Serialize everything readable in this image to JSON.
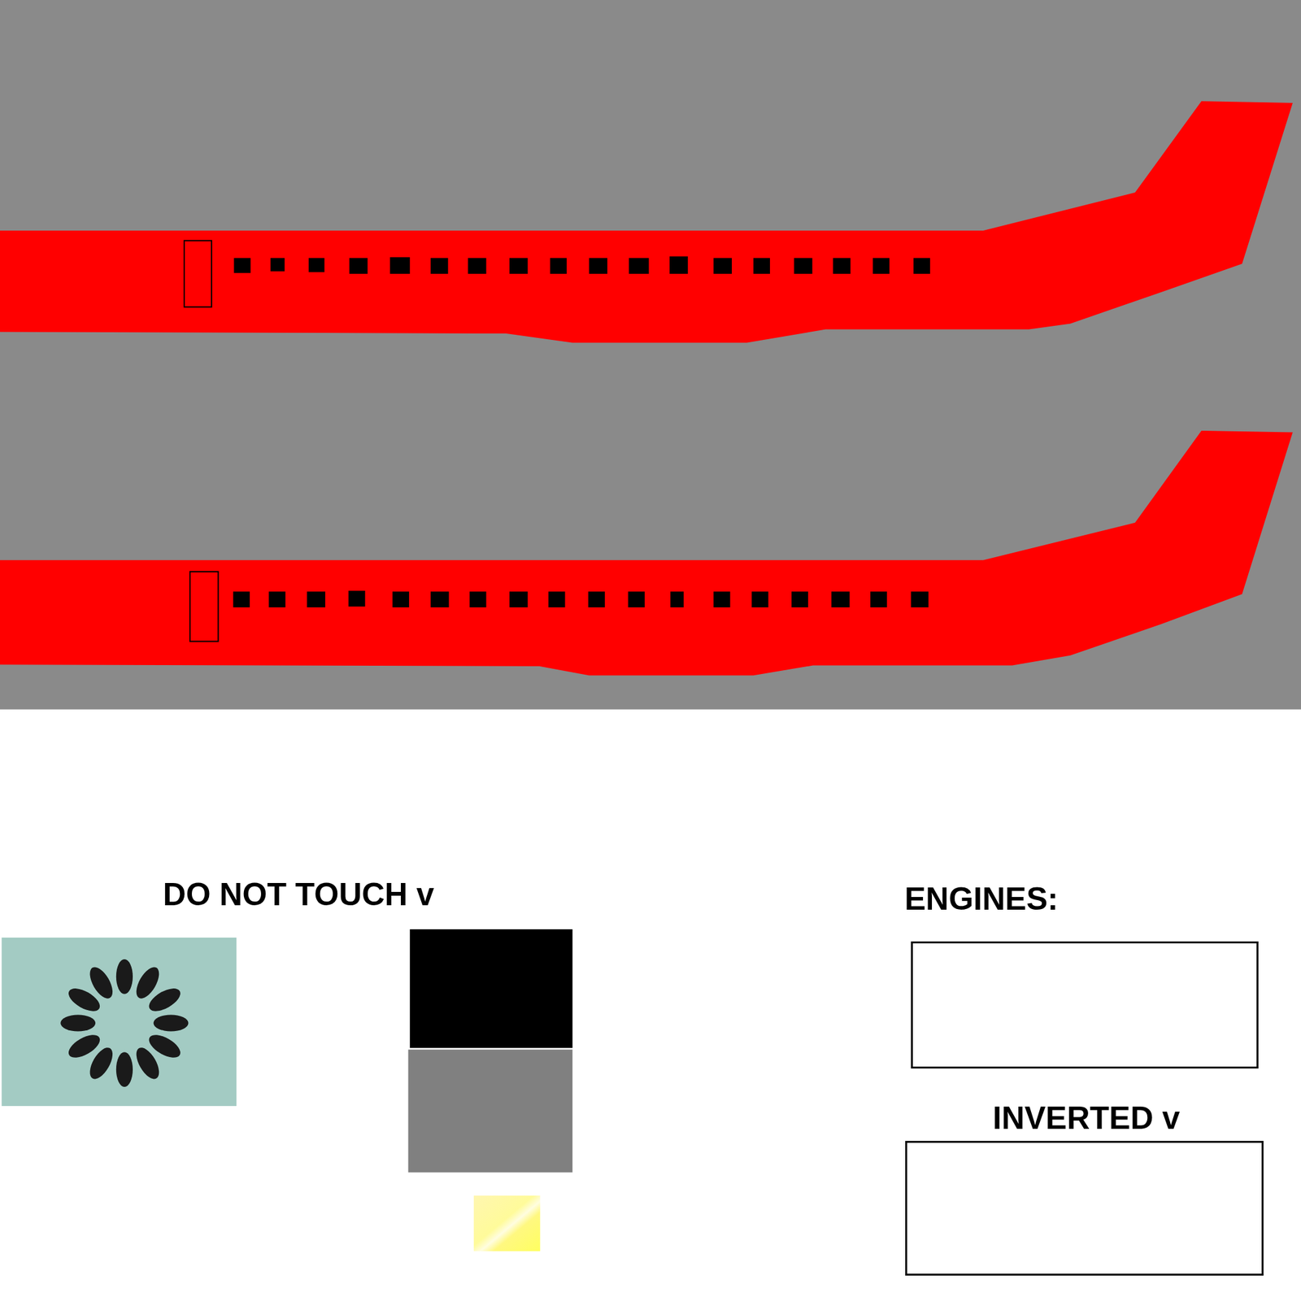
{
  "diagram": {
    "nodes": [
      {
        "text": [
          "ENGINES:"
        ]
      },
      {
        "text": [
          "INVERTED v"
        ]
      }
    ],
    "labels": [
      "DO NOT TOUCH v"
    ]
  }
}
